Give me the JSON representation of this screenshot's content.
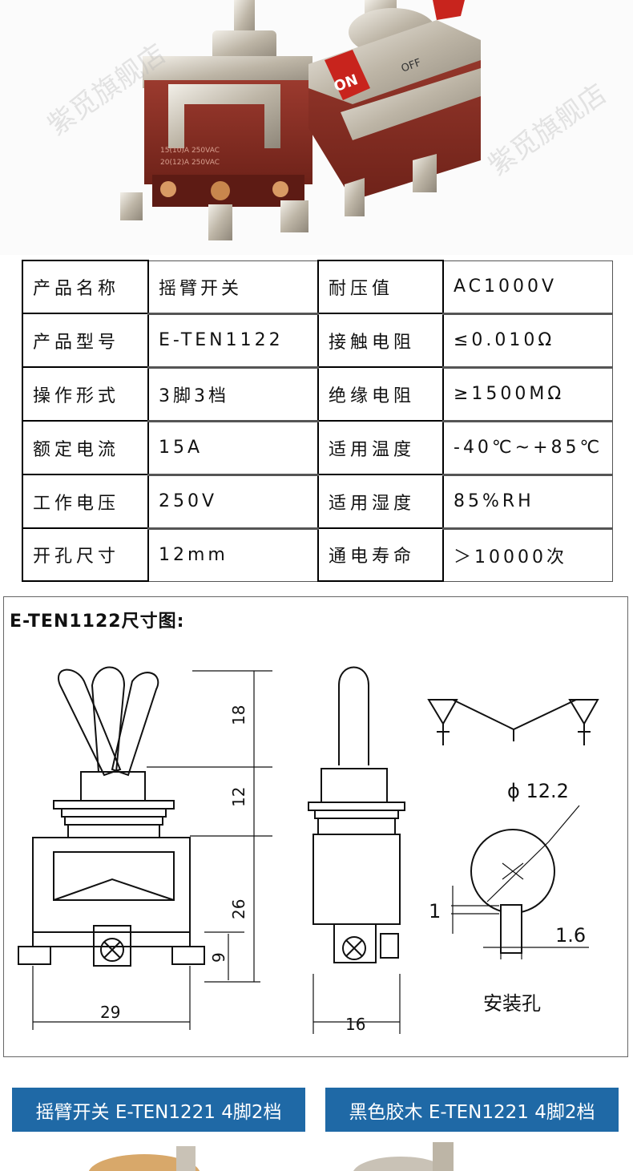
{
  "photo": {
    "left_switch_print": [
      "15(10)A 250VAC",
      "20(12)A 250VAC"
    ],
    "right_switch_labels": [
      "ON",
      "OFF"
    ],
    "watermark": "紫觅旗舰店"
  },
  "specs": {
    "rows": [
      {
        "label1": "产品名称",
        "value1": "摇臂开关",
        "label2": "耐压值",
        "value2": "AC1000V"
      },
      {
        "label1": "产品型号",
        "value1": "E-TEN1122",
        "label2": "接触电阻",
        "value2": "≤0.010Ω"
      },
      {
        "label1": "操作形式",
        "value1": "3脚3档",
        "label2": "绝缘电阻",
        "value2": "≥1500MΩ"
      },
      {
        "label1": "额定电流",
        "value1": "15A",
        "label2": "适用温度",
        "value2": "-40℃~+85℃"
      },
      {
        "label1": "工作电压",
        "value1": "250V",
        "label2": "适用湿度",
        "value2": "85%RH"
      },
      {
        "label1": "开孔尺寸",
        "value1": "12mm",
        "label2": "通电寿命",
        "value2": "＞10000次"
      }
    ]
  },
  "drawing": {
    "title": "E-TEN1122尺寸图:",
    "dim_lever": "18",
    "dim_bushing": "12",
    "dim_body": "26",
    "dim_terminal": "9",
    "dim_width": "29",
    "dim_depth": "16",
    "hole_diameter": "ϕ 12.2",
    "key_height": "1",
    "key_width": "1.6",
    "hole_caption": "安装孔"
  },
  "banners": {
    "left": "摇臂开关 E-TEN1221 4脚2档",
    "right": "黑色胶木 E-TEN1221 4脚2档",
    "color": "#1f69a6"
  },
  "colors": {
    "switch_body": "#8a2f26",
    "metal": "#c9c2b6",
    "on_label": "#c8241d"
  }
}
